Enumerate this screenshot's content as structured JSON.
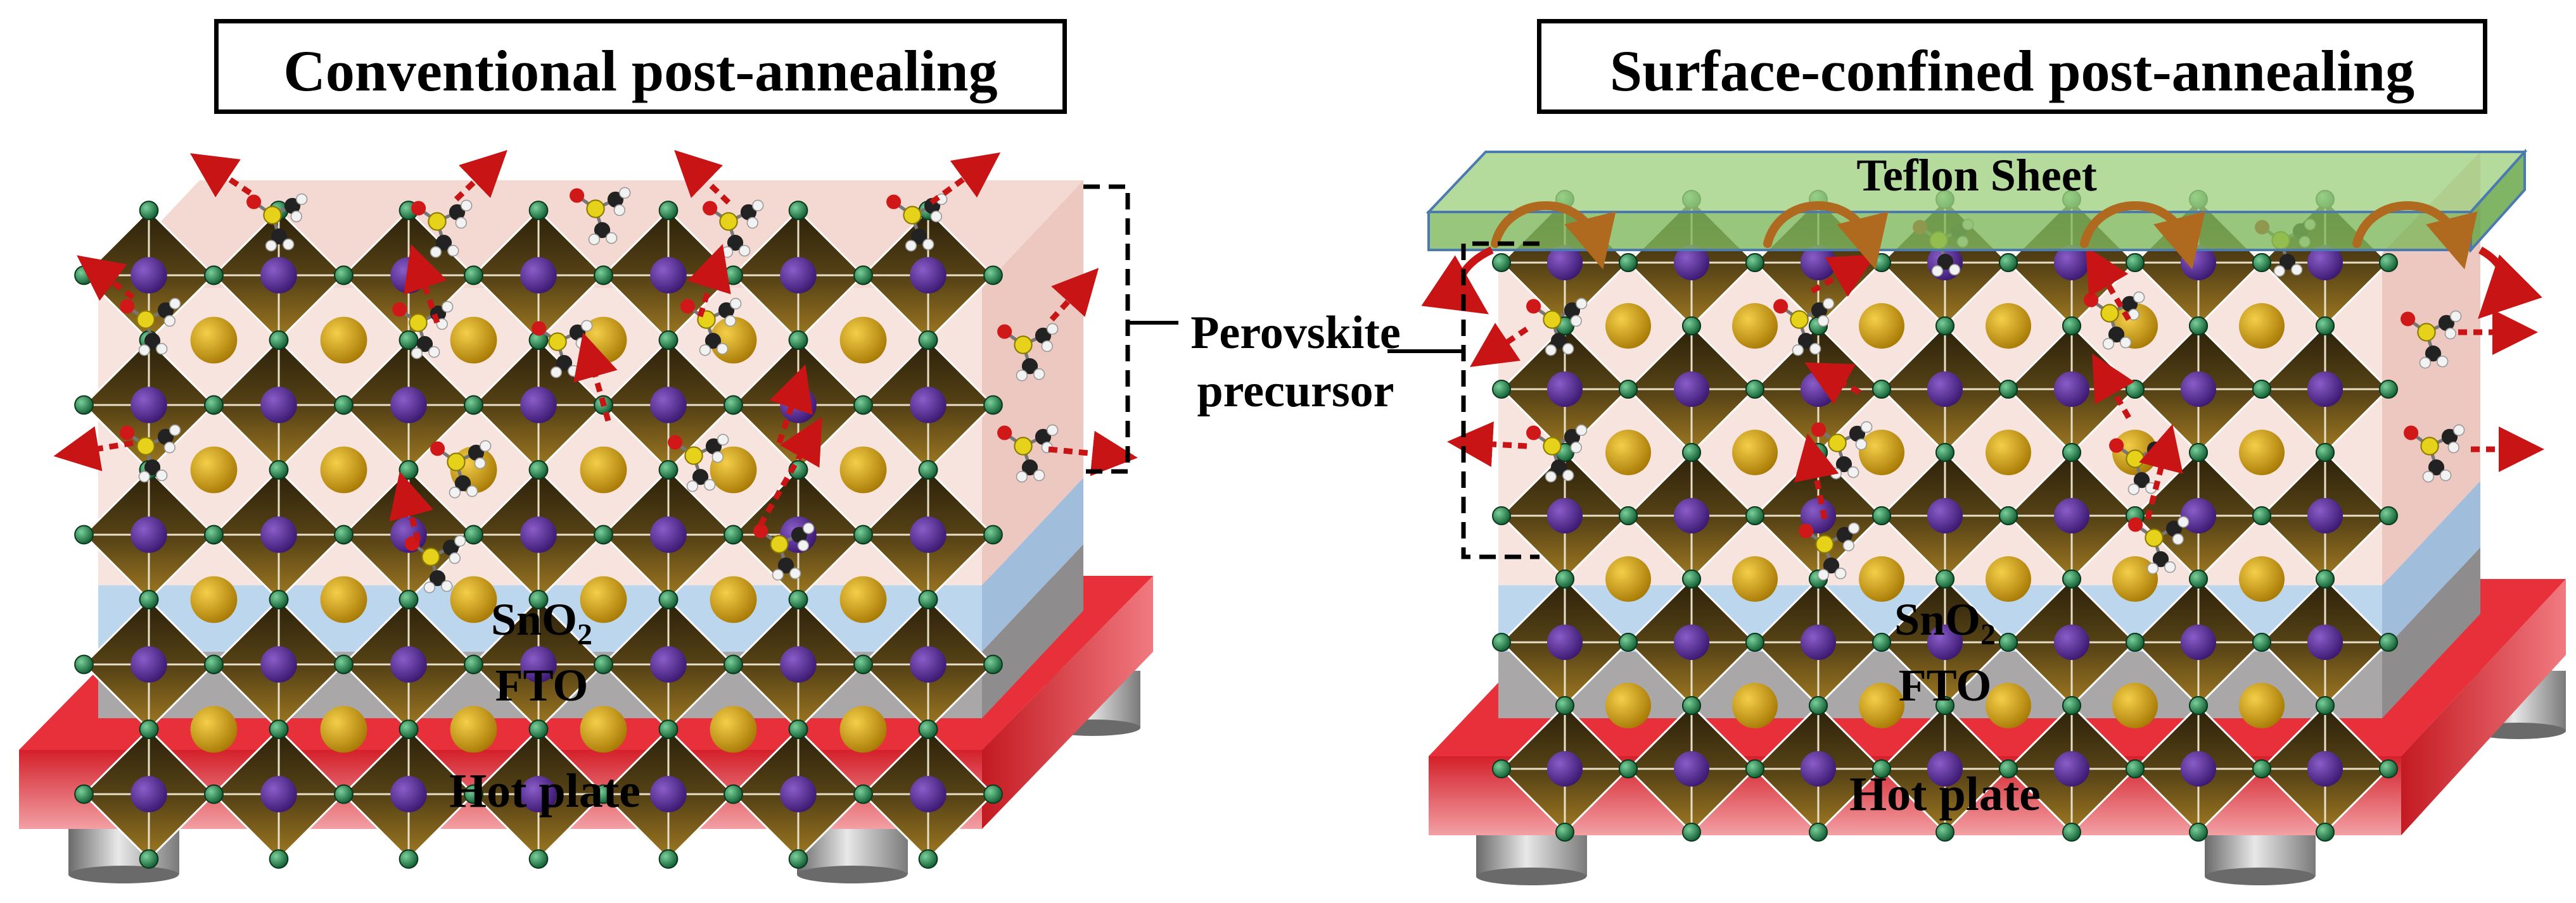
{
  "panels": [
    {
      "id": "left",
      "title": "Conventional post-annealing",
      "layers": {
        "sno2_base": "SnO",
        "sno2_sub": "2",
        "fto": "FTO",
        "hotplate": "Hot plate"
      }
    },
    {
      "id": "right",
      "title": "Surface-confined post-annealing",
      "teflon": "Teflon Sheet",
      "layers": {
        "sno2_base": "SnO",
        "sno2_sub": "2",
        "fto": "FTO",
        "hotplate": "Hot plate"
      }
    }
  ],
  "callout": {
    "line1": "Perovskite",
    "line2": "precursor"
  },
  "colors": {
    "perovskite_film": "#f6ded8",
    "octahedron_dark": "#3a2e12",
    "octahedron_light": "#a0781e",
    "b_site": "#4b2a86",
    "a_site": "#c8960c",
    "halide": "#1f7a45",
    "sno2": "#bcd6ee",
    "fto": "#a8a6a6",
    "hotplate": "#e8505a",
    "hotplate_top": "#d92630",
    "teflon": "#8fc270",
    "arrow": "#c81414",
    "curl_arrow": "#b06a20"
  }
}
